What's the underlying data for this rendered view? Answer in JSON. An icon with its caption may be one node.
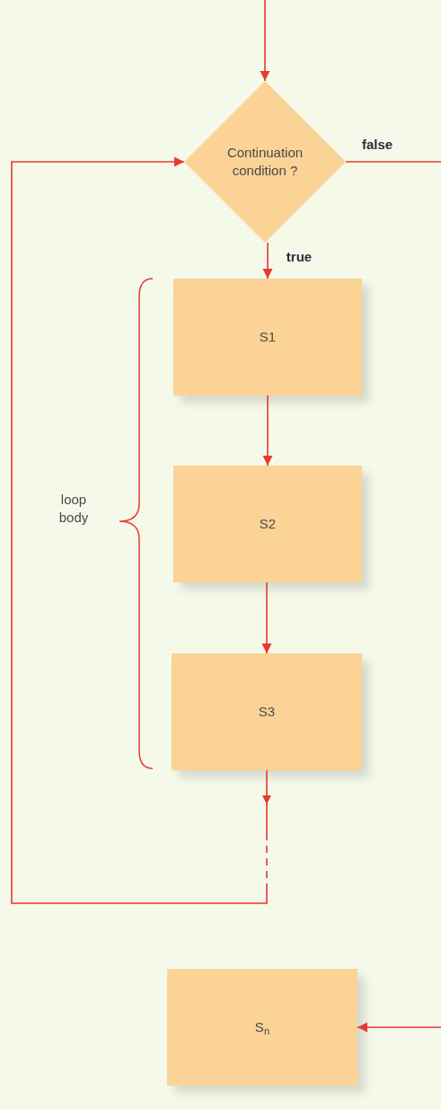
{
  "diagram": {
    "nodes": [
      {
        "text": [
          "Continuation condition ?"
        ]
      },
      {
        "text": [
          "S1"
        ]
      },
      {
        "text": [
          "S2"
        ]
      },
      {
        "text": [
          "S3"
        ]
      },
      {
        "text": [
          "S$_{n}$"
        ]
      }
    ],
    "edges": [
      {
        "from": null,
        "to": 0,
        "arrow": "to"
      },
      {
        "from": 0,
        "to": 1,
        "label": "true",
        "arrow": "to"
      },
      {
        "from": 1,
        "to": 2,
        "arrow": "to"
      },
      {
        "from": 2,
        "to": 3,
        "arrow": "to"
      },
      {
        "from": 3,
        "to": 0,
        "arrow": "to",
        "style": "dashed"
      },
      {
        "from": 0,
        "to": null,
        "label": "false",
        "arrow": "none"
      },
      {
        "from": null,
        "to": 4,
        "arrow": "to"
      }
    ],
    "labels": [
      "loop body"
    ]
  }
}
